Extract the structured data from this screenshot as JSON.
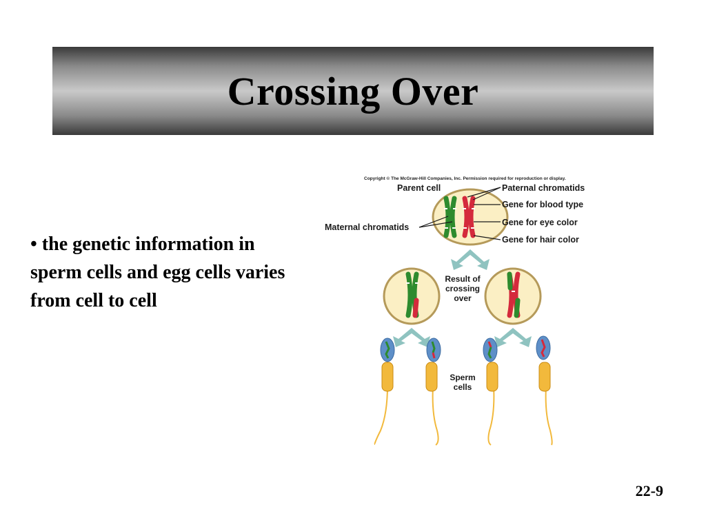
{
  "slide": {
    "title": "Crossing Over",
    "bullet": "• the genetic information in sperm cells and egg cells varies from cell to cell",
    "page_number": "22-9"
  },
  "figure": {
    "copyright": "Copyright © The McGraw-Hill Companies, Inc. Permission required for reproduction or display.",
    "parent_cell": "Parent cell",
    "paternal_chromatids": "Paternal chromatids",
    "maternal_chromatids": "Maternal chromatids",
    "gene_blood_type": "Gene for blood type",
    "gene_eye_color": "Gene for eye color",
    "gene_hair_color": "Gene for hair color",
    "result_line1": "Result of",
    "result_line2": "crossing",
    "result_line3": "over",
    "sperm_line1": "Sperm",
    "sperm_line2": "cells"
  },
  "colors": {
    "maternal": "#2e8b2e",
    "paternal": "#d42a3c",
    "cell_fill": "#fbefc4",
    "cell_stroke": "#b59a5a",
    "arrow": "#8fc3c0",
    "sperm_head": "#5e8fc8",
    "sperm_midpiece": "#f2b93c"
  }
}
